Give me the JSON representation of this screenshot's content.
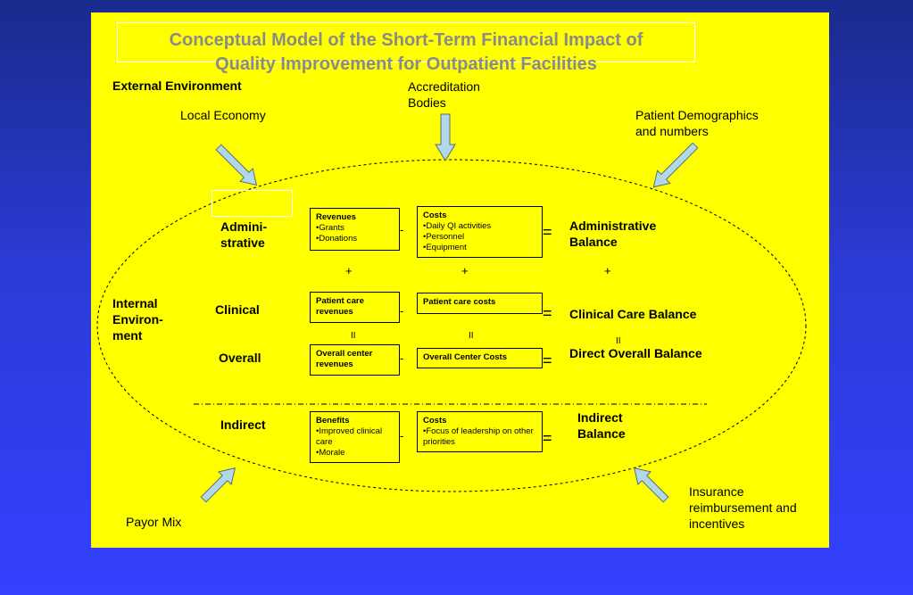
{
  "title": {
    "line1": "Conceptual Model of the Short-Term Financial Impact of",
    "line2": "Quality Improvement for Outpatient Facilities"
  },
  "external": {
    "heading": "External Environment",
    "local_economy": "Local Economy",
    "accreditation_line1": "Accreditation",
    "accreditation_line2": "Bodies",
    "patient_demo_line1": "Patient Demographics",
    "patient_demo_line2": "and numbers",
    "payor_mix": "Payor Mix",
    "insurance_line1": "Insurance",
    "insurance_line2": "reimbursement and",
    "insurance_line3": "incentives"
  },
  "internal": {
    "line1": "Internal",
    "line2": "Environ-",
    "line3": "ment"
  },
  "rows": {
    "admin": {
      "label_line1": "Admini-",
      "label_line2": "strative",
      "revenues_head": "Revenues",
      "revenues_items": [
        "Grants",
        "Donations"
      ],
      "costs_head": "Costs",
      "costs_items": [
        "Daily QI activities",
        "Personnel",
        "Equipment"
      ],
      "balance_line1": "Administrative",
      "balance_line2": "Balance"
    },
    "clinical": {
      "label": "Clinical",
      "revenues": "Patient care revenues",
      "costs": "Patient care costs",
      "balance": "Clinical Care Balance"
    },
    "overall": {
      "label": "Overall",
      "revenues": "Overall center revenues",
      "costs": "Overall Center Costs",
      "balance": "Direct Overall Balance"
    },
    "indirect": {
      "label": "Indirect",
      "benefits_head": "Benefits",
      "benefits_items": [
        "Improved clinical care",
        "Morale"
      ],
      "costs_head": "Costs",
      "costs_items": [
        "Focus of leadership on other priorities"
      ],
      "balance_line1": "Indirect",
      "balance_line2": "Balance"
    }
  },
  "operators": {
    "plus": "+",
    "minus": "-",
    "equals": "=",
    "parallel": "II"
  },
  "colors": {
    "slide_bg": "#ffff00",
    "title_text": "#8a8a8a",
    "arrow_fill": "#b0d8e8",
    "background_top": "#1a2a8c",
    "background_bottom": "#3340ff"
  }
}
